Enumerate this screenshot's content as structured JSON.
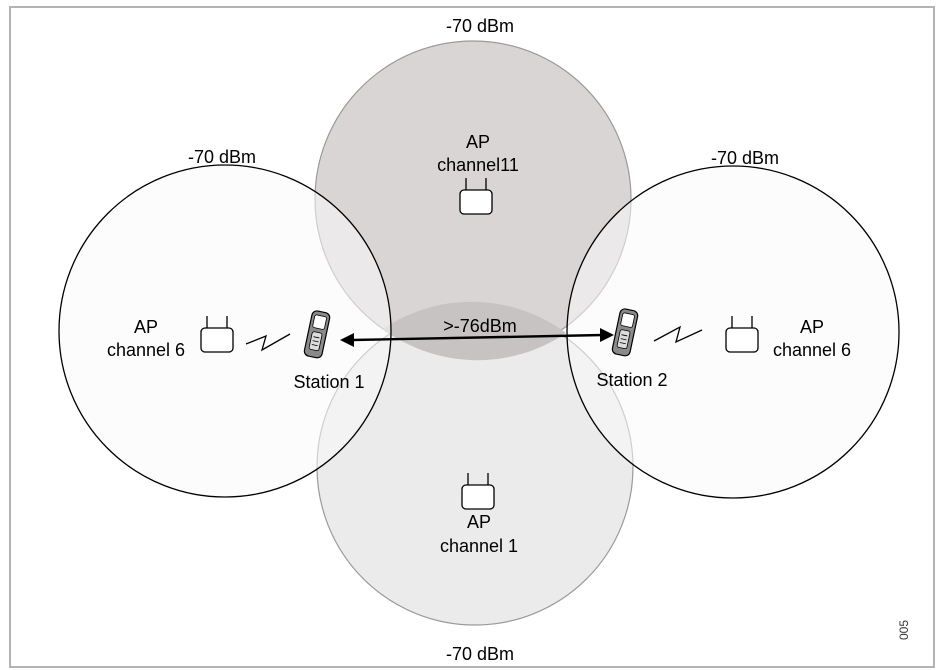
{
  "circles": {
    "top": {
      "signal": "-70 dBm",
      "ap_label": "AP",
      "channel": "channel11",
      "fill": "#d9d5d5"
    },
    "bottom": {
      "signal": "-70 dBm",
      "ap_label": "AP",
      "channel": "channel 1",
      "fill": "#ecebeb"
    },
    "left": {
      "signal": "-70 dBm",
      "ap_label": "AP",
      "channel": "channel 6",
      "fill": "#fafafa"
    },
    "right": {
      "signal": "-70 dBm",
      "ap_label": "AP",
      "channel": "channel 6",
      "fill": "#fafafa"
    }
  },
  "stations": {
    "station1": "Station 1",
    "station2": "Station 2"
  },
  "link_label": ">-76dBm",
  "figure_number": "005",
  "colors": {
    "border": "#b3b3b3",
    "stroke": "#000000",
    "overlap": "#c7c3c3"
  }
}
